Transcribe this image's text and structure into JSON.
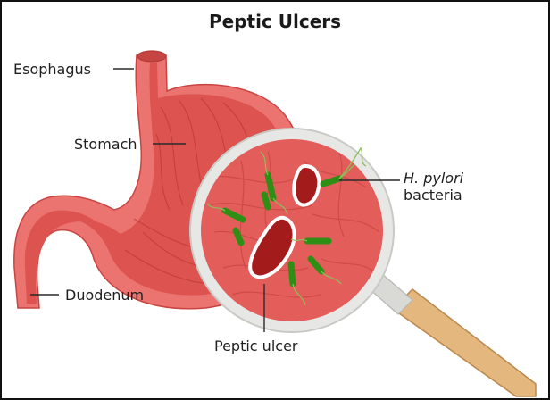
{
  "title": "Peptic Ulcers",
  "labels": {
    "esophagus": "Esophagus",
    "stomach": "Stomach",
    "duodenum": "Duodenum",
    "hpylori_line1": "H. pylori",
    "hpylori_line2": "bacteria",
    "peptic_ulcer": "Peptic ulcer"
  },
  "colors": {
    "stomach_outer": "#e96a66",
    "stomach_inner": "#d94c4a",
    "tissue": "#e25b57",
    "ulcer": "#a81c1c",
    "bacteria": "#37a81a",
    "glass_rim": "#e3e3e1",
    "handle": "#e0b47c"
  }
}
